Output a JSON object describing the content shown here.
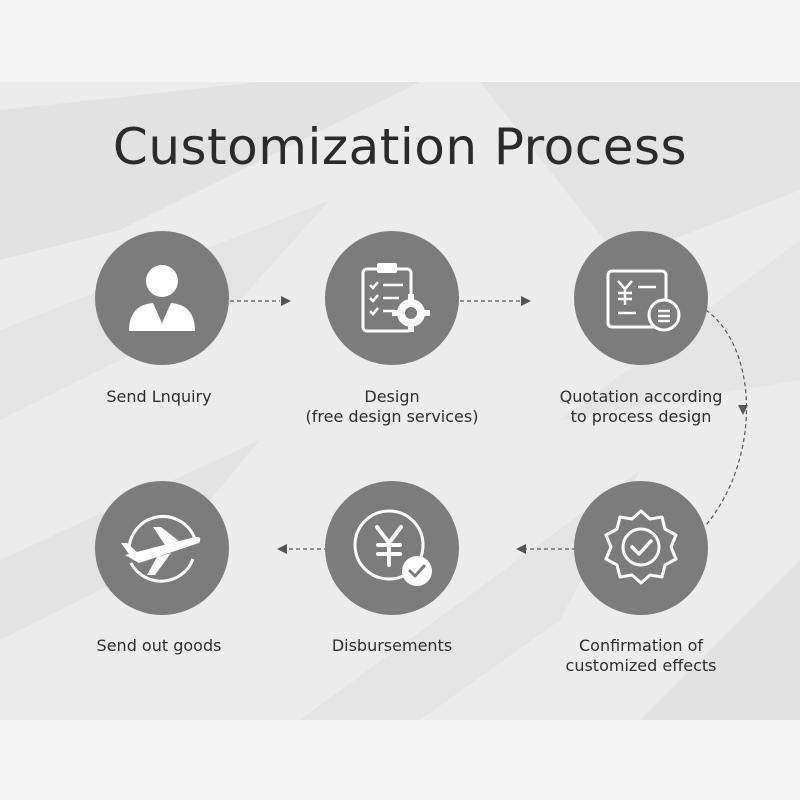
{
  "title": "Customization Process",
  "steps": [
    {
      "line1": "Send Lnquiry",
      "line2": "",
      "icon": "user-icon"
    },
    {
      "line1": "Design",
      "line2": "(free design services)",
      "icon": "clipboard-gear-icon"
    },
    {
      "line1": "Quotation according",
      "line2": "to process design",
      "icon": "quotation-icon"
    },
    {
      "line1": "Confirmation of",
      "line2": "customized effects",
      "icon": "badge-check-icon"
    },
    {
      "line1": "Disbursements",
      "line2": "",
      "icon": "yen-check-icon"
    },
    {
      "line1": "Send out goods",
      "line2": "",
      "icon": "airplane-icon"
    }
  ],
  "colors": {
    "circle": "#7c7c7c",
    "icon": "#ffffff",
    "connector": "#555555",
    "background": "#f3f3f3"
  }
}
